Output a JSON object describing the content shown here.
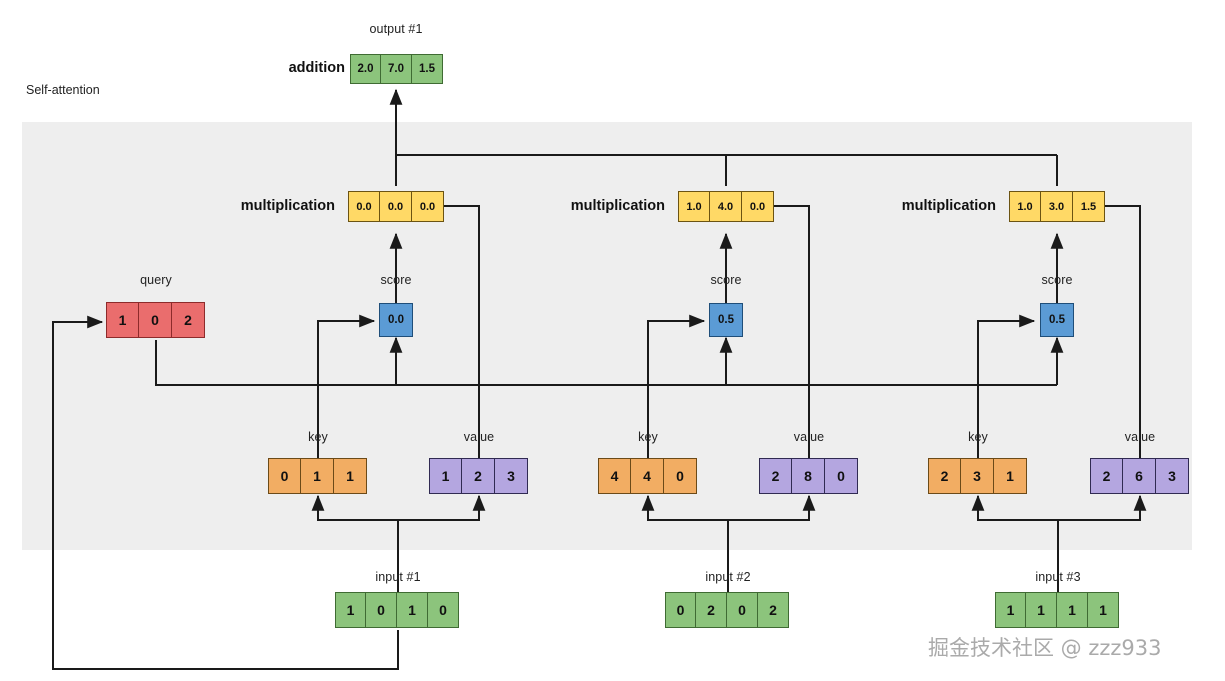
{
  "section_label": "Self-attention",
  "watermark": "掘金技术社区 @ zzz933",
  "colors": {
    "band": "#eeeeee",
    "input": "#8cc47c",
    "query": "#ea6d6d",
    "key": "#f2ad63",
    "value": "#b4a6e0",
    "score": "#5b9bd5",
    "multiplication": "#ffd966",
    "output": "#8cc47c",
    "wire": "#1a1a1a"
  },
  "labels": {
    "addition": "addition",
    "output": "output #1",
    "multiplication": "multiplication",
    "query": "query",
    "score": "score",
    "key": "key",
    "value": "value"
  },
  "output_row": {
    "label": "addition",
    "caption": "output #1",
    "values": [
      "2.0",
      "7.0",
      "1.5"
    ]
  },
  "query_row": {
    "caption": "query",
    "values": [
      "1",
      "0",
      "2"
    ]
  },
  "columns": [
    {
      "id": "col-1",
      "multiplication": {
        "label": "multiplication",
        "values": [
          "0.0",
          "0.0",
          "0.0"
        ]
      },
      "score": {
        "caption": "score",
        "value": "0.0"
      },
      "key": {
        "caption": "key",
        "values": [
          "0",
          "1",
          "1"
        ]
      },
      "value": {
        "caption": "value",
        "values": [
          "1",
          "2",
          "3"
        ]
      },
      "input": {
        "caption": "input #1",
        "values": [
          "1",
          "0",
          "1",
          "0"
        ]
      }
    },
    {
      "id": "col-2",
      "multiplication": {
        "label": "multiplication",
        "values": [
          "1.0",
          "4.0",
          "0.0"
        ]
      },
      "score": {
        "caption": "score",
        "value": "0.5"
      },
      "key": {
        "caption": "key",
        "values": [
          "4",
          "4",
          "0"
        ]
      },
      "value": {
        "caption": "value",
        "values": [
          "2",
          "8",
          "0"
        ]
      },
      "input": {
        "caption": "input #2",
        "values": [
          "0",
          "2",
          "0",
          "2"
        ]
      }
    },
    {
      "id": "col-3",
      "multiplication": {
        "label": "multiplication",
        "values": [
          "1.0",
          "3.0",
          "1.5"
        ]
      },
      "score": {
        "caption": "score",
        "value": "0.5"
      },
      "key": {
        "caption": "key",
        "values": [
          "2",
          "3",
          "1"
        ]
      },
      "value": {
        "caption": "value",
        "values": [
          "2",
          "6",
          "3"
        ]
      },
      "input": {
        "caption": "input #3",
        "values": [
          "1",
          "1",
          "1",
          "1"
        ]
      }
    }
  ],
  "chart_data": {
    "type": "diagram",
    "title": "Self-attention",
    "nodes": [
      {
        "name": "input #1",
        "values": [
          1,
          0,
          1,
          0
        ]
      },
      {
        "name": "input #2",
        "values": [
          0,
          2,
          0,
          2
        ]
      },
      {
        "name": "input #3",
        "values": [
          1,
          1,
          1,
          1
        ]
      },
      {
        "name": "query",
        "values": [
          1,
          0,
          2
        ]
      },
      {
        "name": "key #1",
        "values": [
          0,
          1,
          1
        ]
      },
      {
        "name": "key #2",
        "values": [
          4,
          4,
          0
        ]
      },
      {
        "name": "key #3",
        "values": [
          2,
          3,
          1
        ]
      },
      {
        "name": "value #1",
        "values": [
          1,
          2,
          3
        ]
      },
      {
        "name": "value #2",
        "values": [
          2,
          8,
          0
        ]
      },
      {
        "name": "value #3",
        "values": [
          2,
          6,
          3
        ]
      },
      {
        "name": "score #1",
        "values": [
          0.0
        ]
      },
      {
        "name": "score #2",
        "values": [
          0.5
        ]
      },
      {
        "name": "score #3",
        "values": [
          0.5
        ]
      },
      {
        "name": "multiplication #1",
        "values": [
          0.0,
          0.0,
          0.0
        ]
      },
      {
        "name": "multiplication #2",
        "values": [
          1.0,
          4.0,
          0.0
        ]
      },
      {
        "name": "multiplication #3",
        "values": [
          1.0,
          3.0,
          1.5
        ]
      },
      {
        "name": "output #1",
        "values": [
          2.0,
          7.0,
          1.5
        ]
      }
    ]
  }
}
